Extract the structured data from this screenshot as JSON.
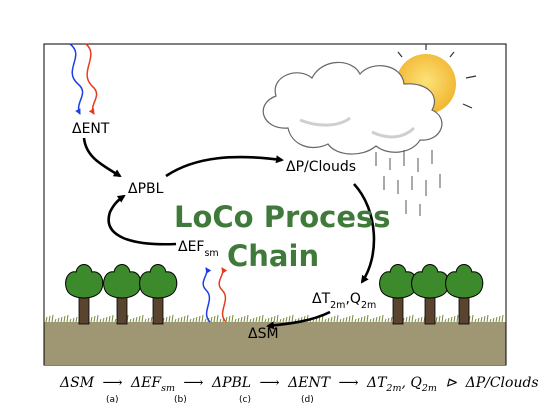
{
  "diagram": {
    "title_line1": "LoCo Process",
    "title_line2": "Chain",
    "nodes": {
      "ent": "ΔENT",
      "pbl": "ΔPBL",
      "precip": "ΔP/Clouds",
      "ef": "ΔEF",
      "ef_sub": "sm",
      "t2m": "ΔT",
      "t2m_sub": "2m",
      "q_sep": ",Q",
      "q2m_sub": "2m",
      "sm": "ΔSM"
    },
    "equation": {
      "sm": "ΔSM",
      "ef": "ΔEF",
      "ef_sub": "sm",
      "pbl": "ΔPBL",
      "ent": "ΔENT",
      "t": "ΔT",
      "t_sub": "2m",
      "q": ", Q",
      "q_sub": "2m",
      "p": "ΔP/Clouds",
      "arrow": "⟶",
      "feedback": "⊳"
    },
    "steps": [
      "(a)",
      "(b)",
      "(c)",
      "(d)"
    ],
    "colors": {
      "title": "#3f7a3a",
      "ground": "#9f9674",
      "grass": "#6f8a3c",
      "tree_canopy": "#3d8a2c",
      "trunk": "#5a4430",
      "sun": "#f2c040",
      "arrow_blue": "#1f3ee8",
      "arrow_red": "#e83a1f"
    },
    "icons": [
      "cloud-icon",
      "sun-icon",
      "rain-icon",
      "tree-icon"
    ]
  }
}
